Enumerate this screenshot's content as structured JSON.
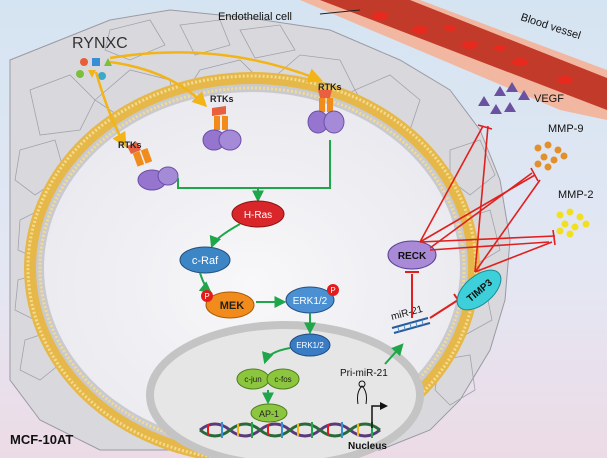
{
  "labels": {
    "drug": "RYNXC",
    "endothelial": "Endothelial cell",
    "vessel": "Blood vessel",
    "vegf": "VEGF",
    "mmp9": "MMP-9",
    "mmp2": "MMP-2",
    "rtk": "RTKs",
    "hras": "H-Ras",
    "craf": "c-Raf",
    "mek": "MEK",
    "erk": "ERK1/2",
    "erk_nuc": "ERK1/2",
    "p": "P",
    "cjun": "c-jun",
    "cfos": "c-fos",
    "ap1": "AP-1",
    "mir21": "miR-21",
    "primir21": "Pri-miR-21",
    "reck": "RECK",
    "timp3": "TIMP3",
    "nucleus": "Nucleus",
    "cellline": "MCF-10AT"
  },
  "colors": {
    "activation": "#1fa64a",
    "inhibition": "#e0201e",
    "drug_arrow": "#f2b417",
    "hras": "#d8262a",
    "craf": "#3d86c6",
    "mek": "#f08b1c",
    "erk": "#4a90d2",
    "green_box": "#8cc63f",
    "reck": "#a88ad6",
    "timp3": "#3ed0da",
    "phospho": "#e41b1b"
  }
}
